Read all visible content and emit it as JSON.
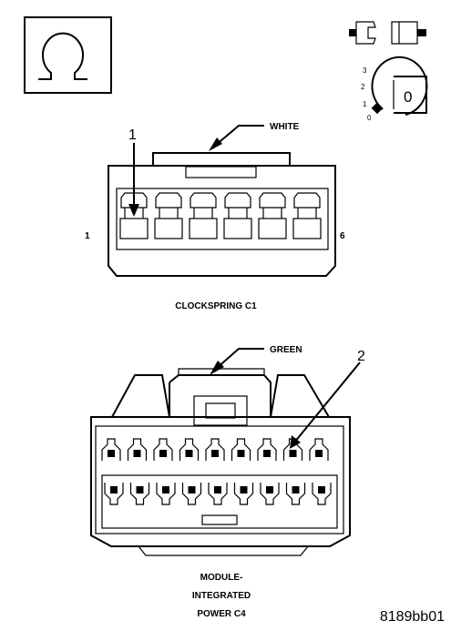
{
  "icons": {
    "ohm_symbol": "ohm-meter-icon",
    "disconnect_symbol": "battery-disconnect-icon",
    "ignition_symbol": "ignition-key-icon"
  },
  "ignition": {
    "positions": [
      "3",
      "2",
      "1",
      "0"
    ],
    "key_label": "0"
  },
  "clockspring": {
    "wire_color_label": "WHITE",
    "callout_number": "1",
    "pin_left": "1",
    "pin_right": "6",
    "title": "CLOCKSPRING C1"
  },
  "module": {
    "wire_color_label": "GREEN",
    "callout_number": "2",
    "title_lines": [
      "MODULE-",
      "INTEGRATED",
      "POWER C4"
    ]
  },
  "figure_code": "8189bb01"
}
